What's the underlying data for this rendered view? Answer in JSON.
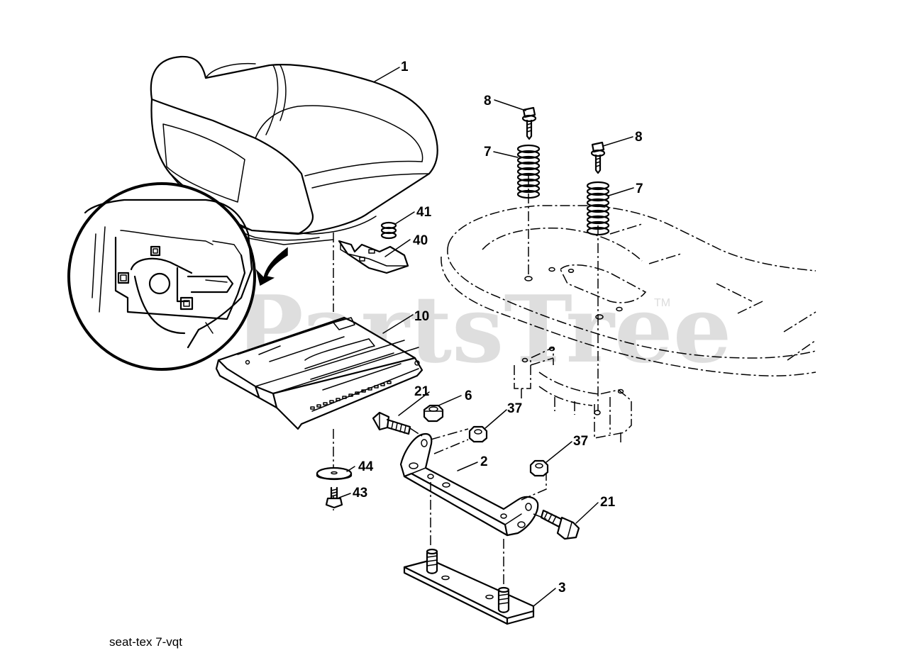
{
  "watermark": {
    "brand": "PartsTree",
    "trademark": "TM"
  },
  "caption": "seat-tex  7-vqt",
  "callouts": [
    {
      "id": "1",
      "label": "1"
    },
    {
      "id": "8a",
      "label": "8"
    },
    {
      "id": "8b",
      "label": "8"
    },
    {
      "id": "7a",
      "label": "7"
    },
    {
      "id": "7b",
      "label": "7"
    },
    {
      "id": "41",
      "label": "41"
    },
    {
      "id": "40",
      "label": "40"
    },
    {
      "id": "10",
      "label": "10"
    },
    {
      "id": "21a",
      "label": "21"
    },
    {
      "id": "6",
      "label": "6"
    },
    {
      "id": "37a",
      "label": "37"
    },
    {
      "id": "37b",
      "label": "37"
    },
    {
      "id": "2",
      "label": "2"
    },
    {
      "id": "44",
      "label": "44"
    },
    {
      "id": "43",
      "label": "43"
    },
    {
      "id": "21b",
      "label": "21"
    },
    {
      "id": "3",
      "label": "3"
    }
  ]
}
